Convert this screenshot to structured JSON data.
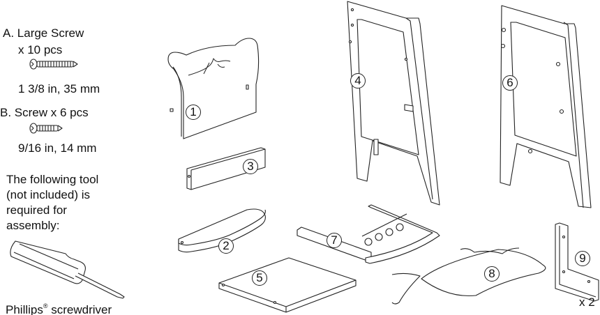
{
  "hardware": {
    "a": {
      "label": "A. Large Screw",
      "qty": "x 10 pcs",
      "size": "1 3/8 in, 35 mm",
      "icon": "large-screw-icon"
    },
    "b": {
      "label": "B. Screw x 6 pcs",
      "size": "9/16 in, 14 mm",
      "icon": "small-screw-icon"
    }
  },
  "tool_note": {
    "lines": [
      "The following tool",
      "(not included) is",
      "required for",
      "assembly:"
    ],
    "tool_name": "Phillips",
    "tool_mark": "®",
    "tool_suffix": " screwdriver",
    "icon": "screwdriver-icon"
  },
  "parts": [
    {
      "id": "1",
      "name": "headboard-panel"
    },
    {
      "id": "2",
      "name": "shaped-shelf"
    },
    {
      "id": "3",
      "name": "rail"
    },
    {
      "id": "4",
      "name": "left-a-frame"
    },
    {
      "id": "5",
      "name": "seat-board"
    },
    {
      "id": "6",
      "name": "right-a-frame"
    },
    {
      "id": "7",
      "name": "front-rail-with-beads"
    },
    {
      "id": "8",
      "name": "cushion"
    },
    {
      "id": "9",
      "name": "l-bracket",
      "qty": "x 2"
    }
  ],
  "colors": {
    "line": "#222222",
    "background": "#ffffff"
  }
}
